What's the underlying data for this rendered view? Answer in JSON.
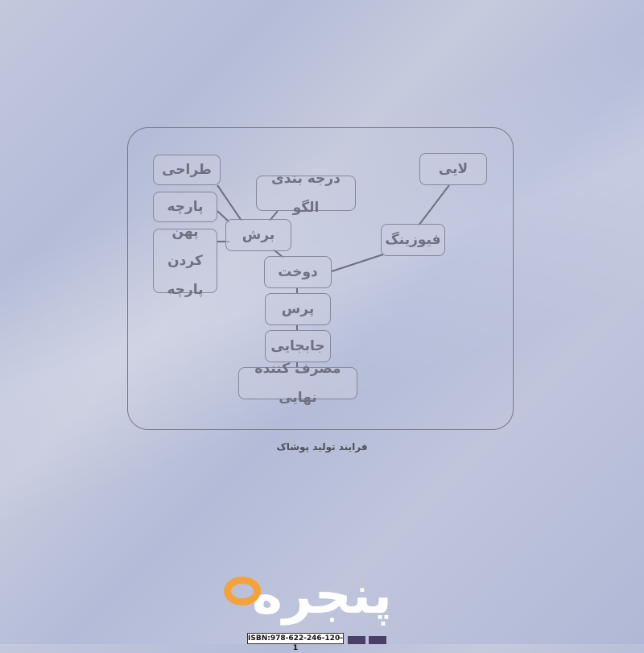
{
  "diagram": {
    "nodes": {
      "design": "طراحی",
      "fabric": "پارچه",
      "spread": "پهن کردن\nپارچه",
      "cut": "برش",
      "grading": "درجه بندی الگو",
      "lining": "لایی",
      "fusing": "فیوزینگ",
      "sewing": "دوخت",
      "press": "پرس",
      "handling": "جابجایی",
      "consumer": "مصرف کننده نهایی"
    },
    "caption": "فرایند تولید پوشاک"
  },
  "brand": {
    "logo_text": "پنجره",
    "isbn": "ISBN:978-622-246-120-1",
    "logo_accent_color": "#f3a33a"
  }
}
